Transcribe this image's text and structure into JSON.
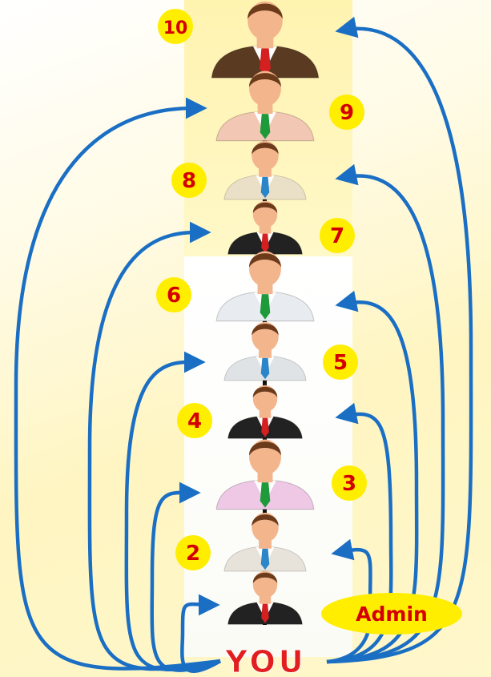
{
  "levels": [
    {
      "num": "10",
      "suit": "#5a3a20",
      "shirt": "#ffffff",
      "tie": "#d42020"
    },
    {
      "num": "9",
      "suit": "#f2c7b3",
      "shirt": "#ffffff",
      "tie": "#1f9a3a"
    },
    {
      "num": "8",
      "suit": "#eae0c8",
      "shirt": "#ffffff",
      "tie": "#2a86c8"
    },
    {
      "num": "7",
      "suit": "#222222",
      "shirt": "#ffffff",
      "tie": "#d42020"
    },
    {
      "num": "6",
      "suit": "#e8ecf0",
      "shirt": "#ffffff",
      "tie": "#1f9a3a"
    },
    {
      "num": "5",
      "suit": "#dfe3e6",
      "shirt": "#ffffff",
      "tie": "#2a86c8"
    },
    {
      "num": "4",
      "suit": "#222222",
      "shirt": "#ffffff",
      "tie": "#d42020"
    },
    {
      "num": "3",
      "suit": "#efc8e6",
      "shirt": "#ffffff",
      "tie": "#1f9a3a"
    },
    {
      "num": "2",
      "suit": "#e8e3da",
      "shirt": "#ffffff",
      "tie": "#2a86c8"
    },
    {
      "num": "",
      "suit": "#222222",
      "shirt": "#ffffff",
      "tie": "#d42020"
    }
  ],
  "you_label": "YOU",
  "admin_label": "Admin",
  "colors": {
    "arrow": "#1a6fc4",
    "badge_fill": "#ffee00",
    "badge_text": "#d40000",
    "you_text": "#e21e1e",
    "skin": "#f3b58c",
    "hair": "#6b3b1c"
  }
}
